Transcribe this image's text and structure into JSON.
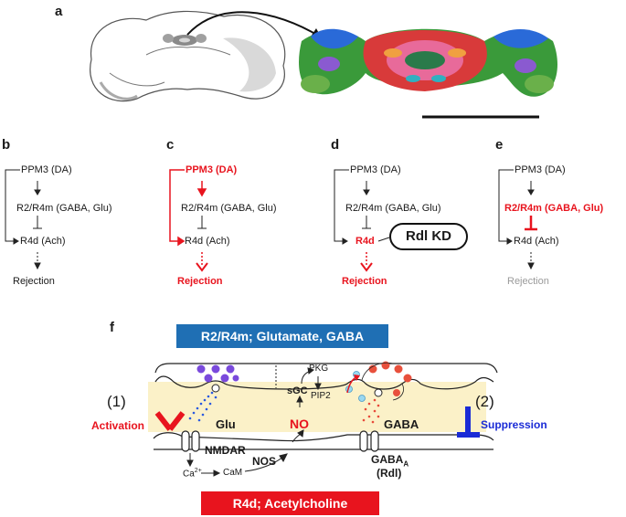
{
  "panels": {
    "a": {
      "letter": "a"
    },
    "b": {
      "letter": "b",
      "ppm3": "PPM3 (DA)",
      "r2r4m": "R2/R4m (GABA, Glu)",
      "r4d": "R4d (Ach)",
      "outcome": "Rejection"
    },
    "c": {
      "letter": "c",
      "ppm3": "PPM3 (DA)",
      "r2r4m": "R2/R4m (GABA, Glu)",
      "r4d": "R4d (Ach)",
      "outcome": "Rejection"
    },
    "d": {
      "letter": "d",
      "ppm3": "PPM3 (DA)",
      "r2r4m": "R2/R4m (GABA, Glu)",
      "r4d": "R4d",
      "rdl_kd": "Rdl KD",
      "outcome": "Rejection"
    },
    "e": {
      "letter": "e",
      "ppm3": "PPM3 (DA)",
      "r2r4m": "R2/R4m (GABA, Glu)",
      "r4d": "R4d (Ach)",
      "outcome": "Rejection"
    }
  },
  "panel_f": {
    "letter": "f",
    "top_banner": "R2/R4m; Glutamate, GABA",
    "bottom_banner": "R4d; Acetylcholine",
    "label_1": "(1)",
    "label_2": "(2)",
    "activation": "Activation",
    "suppression": "Suppression",
    "glu": "Glu",
    "gaba": "GABA",
    "no": "NO",
    "nmdar": "NMDAR",
    "nos": "NOS",
    "ca": "Ca",
    "ca_sup": "2+",
    "cam": "CaM",
    "pkg": "PKG",
    "sgc": "sGC",
    "pip2": "PIP2",
    "gabaa": "GABA",
    "gabaa_sub": "A",
    "rdl": "(Rdl)"
  },
  "colors": {
    "red": "#e8141e",
    "blue": "#1f6fb4",
    "navy": "#1a2bd6",
    "membrane": "#fbf1c8"
  }
}
